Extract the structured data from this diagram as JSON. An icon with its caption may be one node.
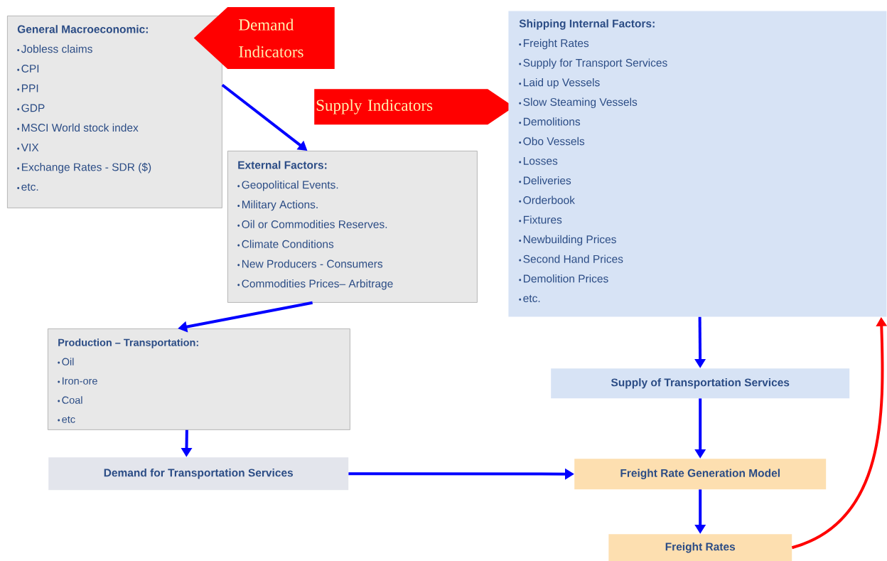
{
  "diagram": {
    "nodes": [
      {
        "text": [
          "General Macroeconomic:",
          "Jobless claims",
          "CPI",
          "PPI",
          "GDP",
          "MSCI World stock index",
          "VIX",
          "Exchange Rates - SDR ($)",
          "etc."
        ]
      },
      {
        "text": [
          "Demand Indicators"
        ]
      },
      {
        "text": [
          "Supply Indicators"
        ]
      },
      {
        "text": [
          "Shipping Internal Factors:",
          "Freight Rates",
          "Supply for Transport Services",
          "Laid up Vessels",
          "Slow Steaming Vessels",
          "Demolitions",
          "Obo Vessels",
          "Losses",
          "Deliveries",
          "Orderbook",
          "Fixtures",
          "Newbuilding Prices",
          "Second Hand Prices",
          "Demolition Prices",
          "etc."
        ]
      },
      {
        "text": [
          "External Factors:",
          "Geopolitical Events.",
          "Military Actions.",
          "Oil or Commodities Reserves.",
          "Climate Conditions",
          "New Producers - Consumers",
          "Commodities Prices– Arbitrage"
        ]
      },
      {
        "text": [
          "Production – Transportation:",
          "Oil",
          "Iron-ore",
          "Coal",
          "etc"
        ]
      },
      {
        "text": [
          "Supply of Transportation Services"
        ]
      },
      {
        "text": [
          "Demand for Transportation Services"
        ]
      },
      {
        "text": [
          "Freight Rate Generation Model"
        ]
      },
      {
        "text": [
          "Freight Rates"
        ]
      }
    ],
    "edges": [
      {
        "from": 0,
        "to": 4,
        "arrow": "to"
      },
      {
        "from": 4,
        "to": 5,
        "arrow": "to"
      },
      {
        "from": 5,
        "to": 7,
        "arrow": "to"
      },
      {
        "from": 3,
        "to": 6,
        "arrow": "to"
      },
      {
        "from": 6,
        "to": 8,
        "arrow": "to"
      },
      {
        "from": 7,
        "to": 8,
        "arrow": "to"
      },
      {
        "from": 8,
        "to": 9,
        "arrow": "to"
      },
      {
        "from": 9,
        "to": 3,
        "arrow": "to",
        "color": "#ff0000"
      }
    ]
  }
}
